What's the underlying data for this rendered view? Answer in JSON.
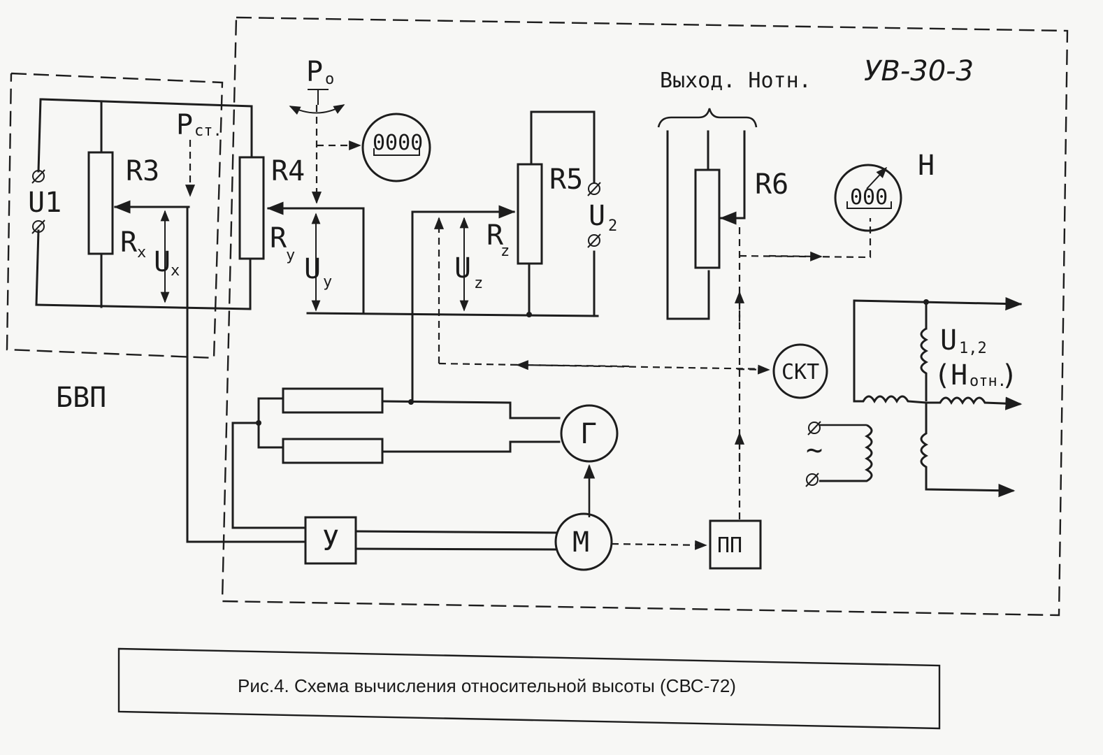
{
  "diagram": {
    "device_label": "УВ-30-3",
    "sensor_block_label": "БВП",
    "pressure_total": "Р",
    "pressure_total_sub": "о",
    "pressure_static": "Р",
    "pressure_static_sub": "ст.",
    "output_label": "Выход. Нотн.",
    "counter_display": "0000",
    "gauge_display": "000",
    "gauge_label": "Н",
    "resistors": {
      "r3": "R3",
      "r4": "R4",
      "r5": "R5",
      "r6": "R6"
    },
    "variable_resistors": {
      "rx": "R",
      "rx_sub": "x",
      "ry": "R",
      "ry_sub": "y",
      "rz": "R",
      "rz_sub": "z"
    },
    "voltages": {
      "u1": "U1",
      "u2": "U",
      "u2_sub": "2",
      "ux": "U",
      "ux_sub": "x",
      "uy": "U",
      "uy_sub": "y",
      "uz": "U",
      "uz_sub": "z",
      "u12": "U",
      "u12_sub": "1,2",
      "u12_paren_open": "(Н",
      "u12_paren_sub": "отн.",
      "u12_paren_close": ")"
    },
    "blocks": {
      "skt": "СКТ",
      "generator": "Г",
      "motor": "М",
      "amplifier": "У",
      "converter": "ПП"
    },
    "ac_symbol": "~"
  },
  "caption": "Рис.4. Схема вычисления относительной высоты (СВС-72)"
}
